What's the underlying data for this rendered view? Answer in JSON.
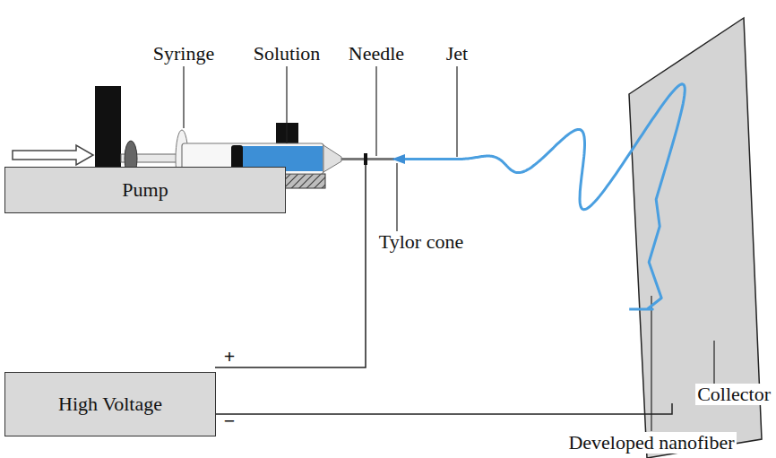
{
  "diagram": {
    "nodes": [
      {
        "text": [
          "Pump"
        ]
      },
      {
        "text": [
          "High Voltage"
        ]
      }
    ],
    "labels": [
      "Syringe",
      "Solution",
      "Needle",
      "Jet",
      "Tylor cone",
      "+",
      "−",
      "Collector",
      "Developed nanofiber"
    ]
  }
}
